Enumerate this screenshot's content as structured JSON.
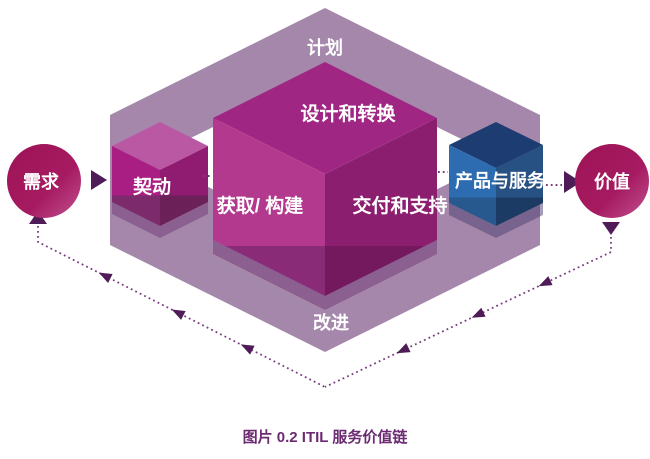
{
  "diagram": {
    "title_caption": "图片 0.2 ITIL 服务价值链",
    "nodes": {
      "demand": "需求",
      "value": "价值",
      "engage": "契动",
      "plan": "计划",
      "improve": "改进",
      "design_transition": "设计和转换",
      "obtain_build": "获取/ 构建",
      "deliver_support": "交付和支持",
      "products_services": "产品与服务"
    }
  },
  "colors": {
    "band": "#a687ac",
    "shadow": "#6f3a76",
    "blue_shadow": "#4a3f72",
    "big_top": "#a02683",
    "big_left": "#b3398f",
    "big_left_dark": "#8a2b77",
    "big_right": "#8c1e6f",
    "big_right_dark": "#75195f",
    "small_top": "#bb58a4",
    "small_left": "#a81e83",
    "small_left_dark": "#7d2a6d",
    "small_right": "#8f1c70",
    "small_right_dark": "#6b2158",
    "blue_top": "#1d3c72",
    "blue_left": "#2e6cb2",
    "blue_left_dark": "#27598f",
    "blue_right": "#275083",
    "blue_right_dark": "#1b3a64",
    "circle_dark": "#9e1356",
    "circle_mid": "#a61a61",
    "circle_light": "#c1538f",
    "dotted": "#7b3d82",
    "arrow": "#4f1c58",
    "caption": "#6b2b72"
  }
}
